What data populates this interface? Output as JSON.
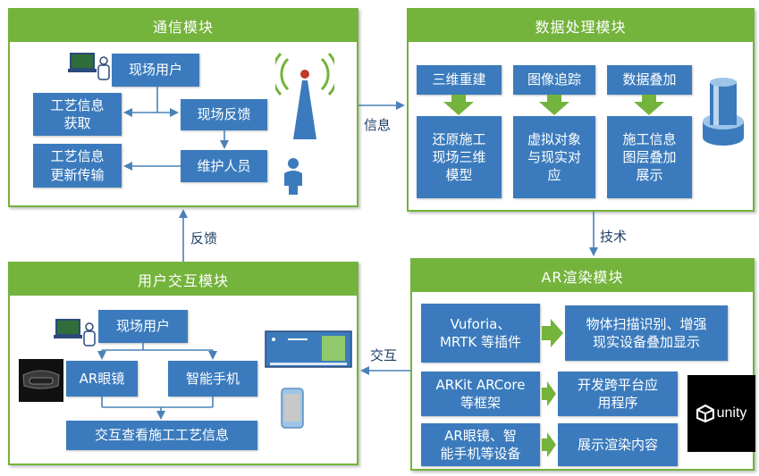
{
  "comm": {
    "title": "通信模块",
    "user": "现场用户",
    "acquire": "工艺信息\n获取",
    "feedback": "现场反馈",
    "update": "工艺信息\n更新传输",
    "maintainer": "维护人员"
  },
  "data": {
    "title": "数据处理模块",
    "recon": "三维重建",
    "tracking": "图像追踪",
    "overlay": "数据叠加",
    "recon_out": "还原施工\n现场三维\n模型",
    "tracking_out": "虚拟对象\n与现实对\n应",
    "overlay_out": "施工信息\n图层叠加\n展示"
  },
  "interaction": {
    "title": "用户交互模块",
    "user": "现场用户",
    "glasses": "AR眼镜",
    "phone": "智能手机",
    "view": "交互查看施工工艺信息"
  },
  "ar": {
    "title": "AR渲染模块",
    "plugins": "Vuforia、\nMRTK 等插件",
    "plugins_out": "物体扫描识别、增强\n现实设备叠加显示",
    "frameworks": "ARKit ARCore\n等框架",
    "frameworks_out": "开发跨平台应\n用程序",
    "devices": "AR眼镜、智\n能手机等设备",
    "devices_out": "展示渲染内容",
    "unity_logo": "unity"
  },
  "links": {
    "info": "信息",
    "tech": "技术",
    "interact": "交互",
    "feedback": "反馈"
  },
  "colors": {
    "green": "#74b33c",
    "blue": "#3b7bbd",
    "arrow": "#4a82b8"
  }
}
